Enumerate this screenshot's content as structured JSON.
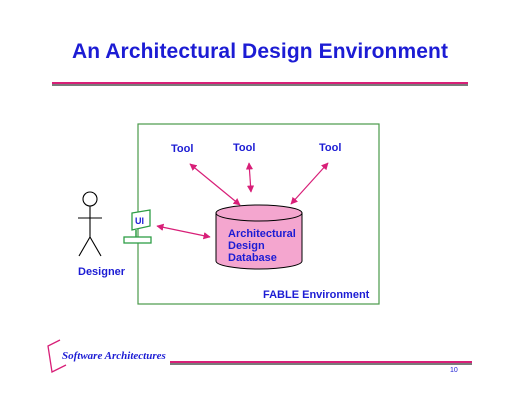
{
  "slide": {
    "title": "An Architectural Design Environment",
    "page_number": "10"
  },
  "diagram": {
    "tools": [
      "Tool",
      "Tool",
      "Tool"
    ],
    "ui_label": "UI",
    "designer_label": "Designer",
    "database_lines": [
      "Architectural",
      "Design",
      "Database"
    ],
    "environment_label": "FABLE Environment"
  },
  "footer": {
    "logo_text": "Software Architectures"
  },
  "colors": {
    "title_blue": "#1c1cd4",
    "accent_magenta": "#d81f78",
    "box_green": "#4a9a4a",
    "database_fill": "#f4a6cf",
    "monitor_green": "#2e9e46"
  }
}
